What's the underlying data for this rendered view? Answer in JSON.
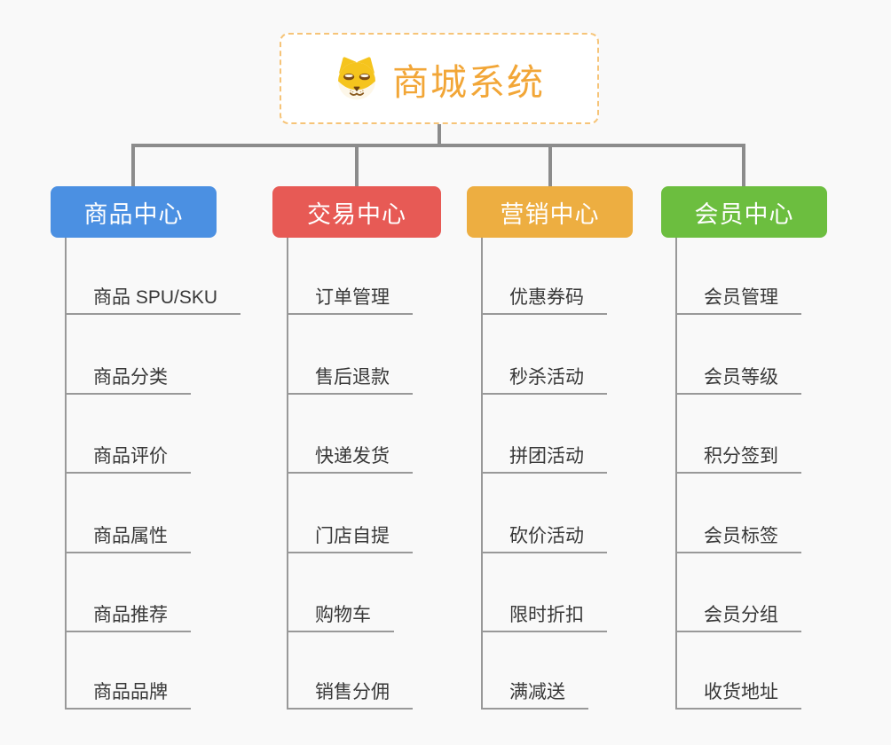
{
  "app": {
    "background_color": "#f9f9f9",
    "connector_color": "#8c8c8c",
    "sub_line_color": "#999999",
    "node_text_color": "#383838"
  },
  "root": {
    "title": "商城系统",
    "icon": "dog-face-icon",
    "title_color": "#f2a637",
    "border_color": "#f6c478"
  },
  "branches": [
    {
      "label": "商品中心",
      "color": "#4b90e2",
      "children": [
        "商品 SPU/SKU",
        "商品分类",
        "商品评价",
        "商品属性",
        "商品推荐",
        "商品品牌"
      ]
    },
    {
      "label": "交易中心",
      "color": "#e75a55",
      "children": [
        "订单管理",
        "售后退款",
        "快递发货",
        "门店自提",
        "购物车",
        "销售分佣"
      ]
    },
    {
      "label": "营销中心",
      "color": "#edae41",
      "children": [
        "优惠券码",
        "秒杀活动",
        "拼团活动",
        "砍价活动",
        "限时折扣",
        "满减送"
      ]
    },
    {
      "label": "会员中心",
      "color": "#6cbe3f",
      "children": [
        "会员管理",
        "会员等级",
        "积分签到",
        "会员标签",
        "会员分组",
        "收货地址"
      ]
    }
  ]
}
